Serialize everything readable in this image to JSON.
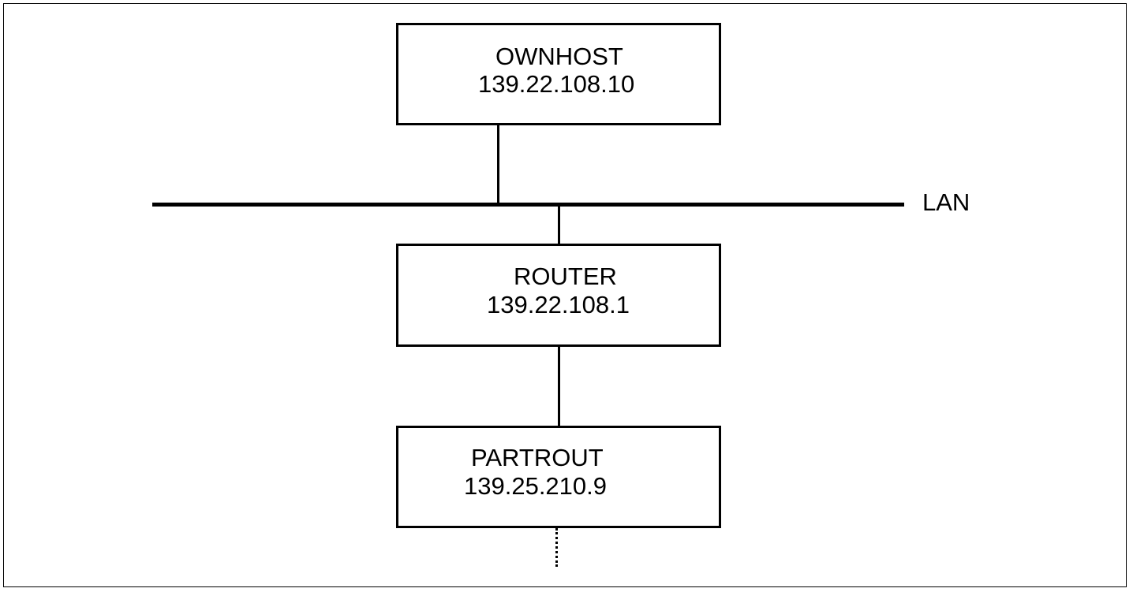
{
  "network": {
    "lan_label": "LAN",
    "nodes": [
      {
        "name": "OWNHOST",
        "address": "139.22.108.10"
      },
      {
        "name": "ROUTER",
        "address": "139.22.108.1"
      },
      {
        "name": "PARTROUT",
        "address": "139.25.210.9"
      }
    ]
  }
}
